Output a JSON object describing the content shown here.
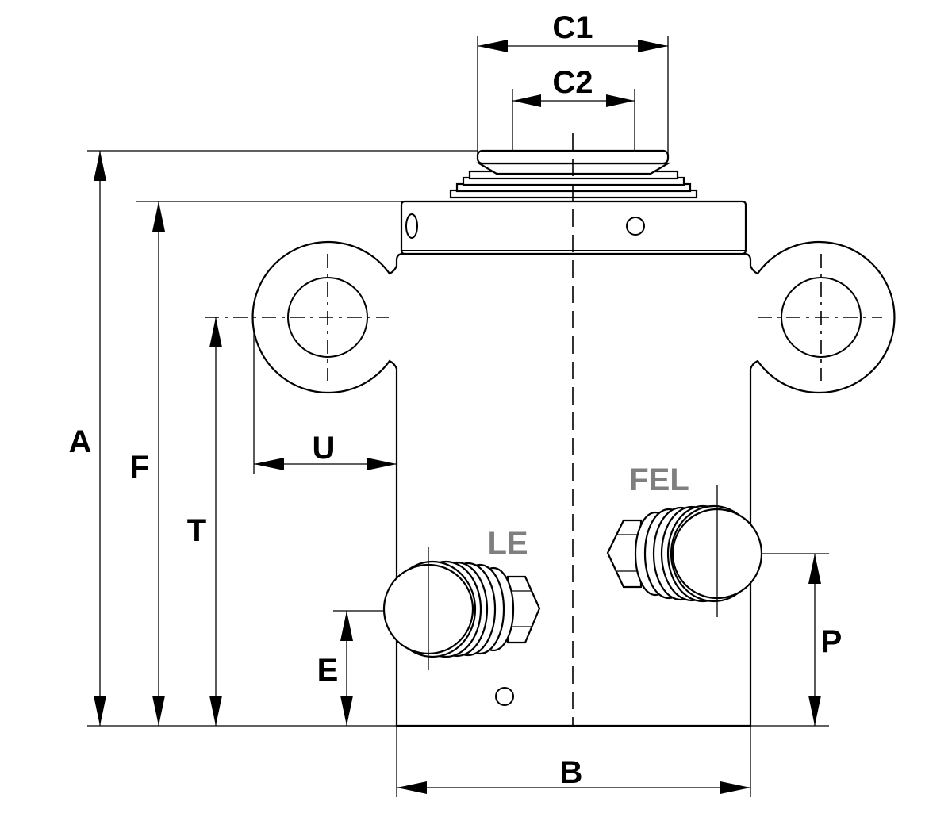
{
  "labels": {
    "c1": "C1",
    "c2": "C2",
    "a": "A",
    "f": "F",
    "t": "T",
    "u": "U",
    "e": "E",
    "b": "B",
    "p": "P",
    "le": "LE",
    "fel": "FEL"
  },
  "colors": {
    "line": "#000000",
    "port_label": "#7f7f7f",
    "background": "#ffffff"
  }
}
